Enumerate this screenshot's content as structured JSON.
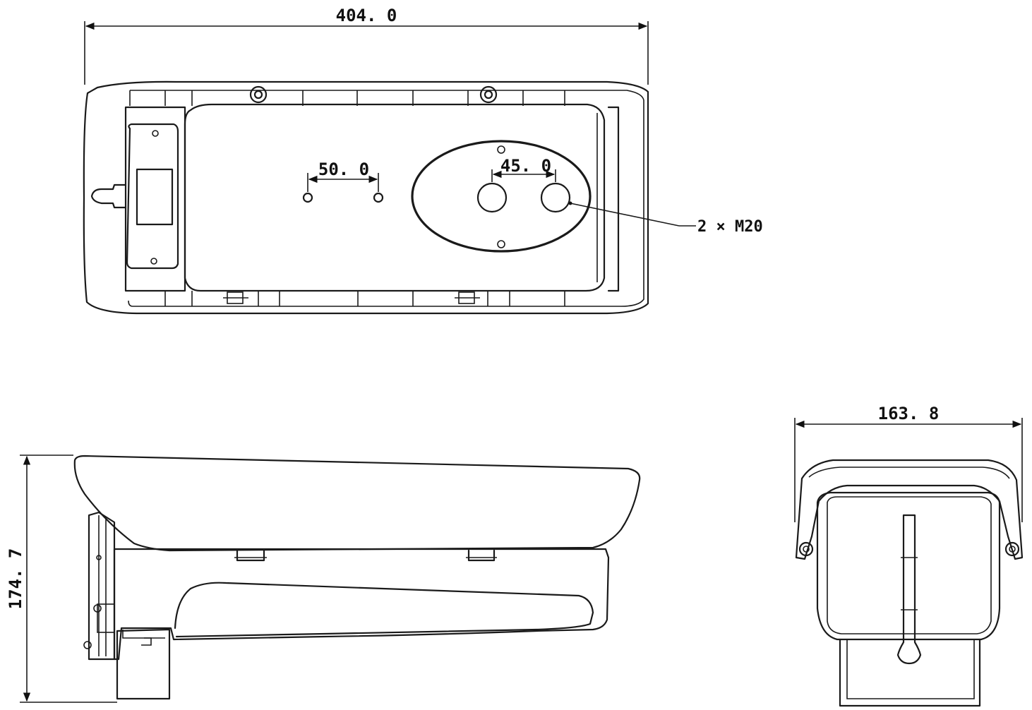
{
  "top_view": {
    "width_dim": "404. 0",
    "mount_hole_spacing": "50. 0",
    "cable_hole_spacing": "45. 0",
    "cable_note": "2 × M20"
  },
  "side_view": {
    "height_dim": "174. 7"
  },
  "front_view": {
    "width_dim": "163. 8"
  }
}
